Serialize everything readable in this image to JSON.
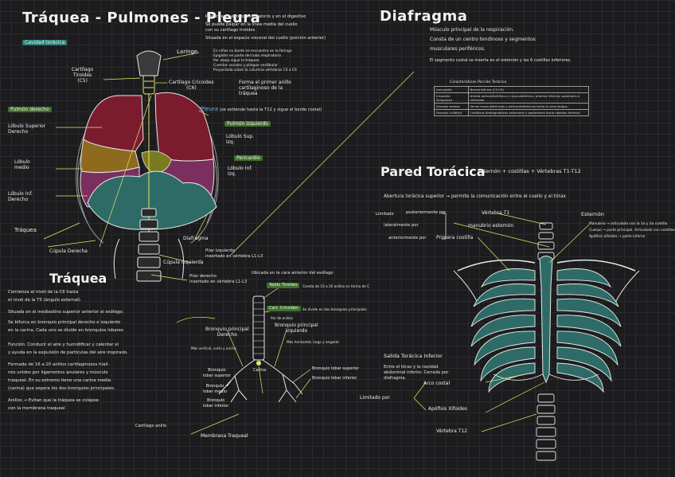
{
  "titles": {
    "main": "Tráquea - Pulmones - Pleura",
    "diafragma": "Diafragma",
    "pared": "Pared Torácica",
    "traquea": "Tráquea"
  },
  "lung_labels": {
    "cavidad": "Cavidad torácica",
    "cartilago_tiroides": "Cartílago\nTiroides\n(C5)",
    "laringe": "Laringe",
    "cartilago_cricoides": "Cartílago Cricoides\n(C6)",
    "pulmon_derecho": "Pulmón derecho",
    "lobulo_sup_der": "Lóbulo Superior\nDerecho",
    "lobulo_medio": "Lóbulo\nmedio",
    "lobulo_inf_der": "Lóbulo Inf.\nDerecho",
    "traquea": "Tráquea",
    "cupula": "Cúpula Derecha",
    "pleura": "Pleura",
    "pleura_note": "(se extiende hasta la T12 y sigue el borde costal)",
    "pulmon_izquierdo": "Pulmón Izquierdo",
    "lobulo_sup_izq": "Lóbulo Sup.\nIzq.",
    "pericardio": "Pericardio",
    "lobulo_inf_izq": "Lóbulo Inf.\nIzq.",
    "diafragma": "Diafragma",
    "pilar_izq": "Pilar Izquierdo\ninsertado en vértebra L1-L3",
    "cupula_izq": "Cúpula Izquierda",
    "pilar_der": "Pilar derecho\ninsertado en vértebra L1-L3",
    "forma_cricoides": "Forma el primer anillo\ncartilaginoso de la\ntráquea"
  },
  "laringe_notes": [
    "Presente en el tubo respiratorio y en el digestivo",
    "Se puede palpar en la línea media del cuello",
    "con su cartílago tiroides",
    "Situada en el espacio visceral del cuello (porción anterior)",
    "En niños su borde se encuentra en la faringe",
    "Epiglotis en parte del tubo respiratorio",
    "Por abajo sigue la tráquea",
    "Cuerdas vocales y pliegue vestibular",
    "Proyectada sobre la columna vértebras C4 a C6"
  ],
  "diafragma_notes": [
    "Músculo principal de la respiración.",
    "Consta de un centro tendinoso y segmentos",
    "musculares periféricos.",
    "El segmento costal se inserta en el esternón y las 6 costillas inferiores."
  ],
  "diafragma_table": {
    "header": "Características    Porción Torácica",
    "rows": [
      [
        "Inervación",
        "Nervio frénico (C3-C5)"
      ],
      [
        "Irrigación Sanguínea",
        "Arteria pericardiofrénica y musculofrénica, arterias frénicas superiores e inferiores"
      ],
      [
        "Drenaje venoso",
        "Venas musculofrénicas y pericardiofrénicas hacia la vena ácigos"
      ],
      [
        "Drenaje Linfático",
        "Linfáticos diafragmáticos anteriores y posteriores hacia nódulos frénicos"
      ]
    ]
  },
  "pared": {
    "components": "Esternón + costillas + Vértebras T1-T12",
    "abertura": "Abertura torácica superior → permite la comunicación entre el cuello y el tórax",
    "limitado": "Limitado",
    "posterior": "posteriormente por",
    "lateral": "lateralmente por",
    "anterior": "anteriormente por",
    "vertebra_t1": "Vértebra T1",
    "manubrio": "manubrio esternón",
    "primera_costilla": "Primera costilla",
    "esternon": "Esternón",
    "esternon_notes": [
      "Manubrio → articulado con la 1a y 2a costilla",
      "Cuerpo → parte principal. Articulado con costillas 3 a 7",
      "Apófisis xifoides → parte inferior"
    ],
    "salida": "Salida Torácica Inferior",
    "salida_notes": [
      "Entre el tórax y la cavidad abdominal inferior. Cerrada por diafragma."
    ],
    "limitado_por": "Limitado por",
    "arco_costal": "Arco costal",
    "apofisis": "Apófisis Xifoides",
    "vertebra_t12": "Vértebra T12"
  },
  "traquea_notes": [
    "Comienza al nivel de la C6 hasta",
    "el nivel de la T5 (ángulo esternal).",
    "Situada en el mediastino superior anterior al esófago.",
    "Se bifurca en bronquio principal derecho e izquierdo",
    "en la carina.  Cada uno se divide en bronquios lobares",
    "Función: Conducir el aire y humidificar y calentar el",
    "y ayuda en la expulsión de partículas del aire inspirado.",
    "Formada de 16 a 20 anillos cartilaginosos hiali-",
    "nos unidos por ligamentos anulares y músculo",
    "traqueal. En su extremo tiene una carina media",
    "(carina) que separa los dos bronquios principales.",
    "Anillos → Evitan que la tráquea se colapse",
    "con la membrana traqueal"
  ],
  "bronchi": {
    "ubicada": "Ubicada en la cara anterior del esófago",
    "tiroides": "Tejido Tiroides",
    "cricoides": "Cart. Cricoides",
    "bronquio_der": "Bronquio principal\nDerecho",
    "bronquio_izq": "Bronquio principal\nizquierdo",
    "carina": "Carina",
    "bronquio_sup_der": "Bronquio\nlobar superior",
    "bronquio_medio": "Bronquio\nlobar medio",
    "bronquio_inf_der": "Bronquio\nlobar inferior",
    "bronquio_sup_izq": "Bronquio lobar superior",
    "bronquio_inf_izq": "Bronquio lobar inferior",
    "cartilago_anillo": "Cartílago anillo",
    "membrana": "Membrana Traqueal",
    "par_de_anillos": "Par de anillos",
    "cartilago_texto": "Consta de 16 a 20 anillos en forma de C",
    "se_divide": "Se divide en dos bronquios principales",
    "mas_vertical": "Más vertical, corto y ancho",
    "mas_horizontal": "Más horizontal, largo y angosto"
  }
}
